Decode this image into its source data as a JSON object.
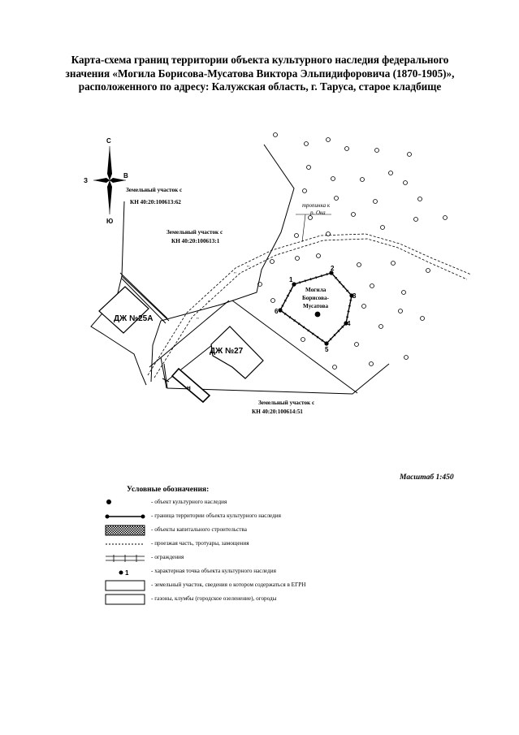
{
  "title": {
    "line1": "Карта-схема границ территории объекта культурного наследия  федерального",
    "line2": "значения «Могила Борисова-Мусатова Виктора Эльпидифоровича (1870-1905)»,",
    "line3": "расположенного по адресу: Калужская область, г. Таруса, старое кладбище"
  },
  "compass": {
    "north": "С",
    "south": "Ю",
    "west": "З",
    "east": "В"
  },
  "parcels": {
    "p62": {
      "line1": "Земельный участок с",
      "line2": "КН 40:20:100613:62"
    },
    "p1": {
      "line1": "Земельный участок с",
      "line2": "КН 40:20:100613:1"
    },
    "p51": {
      "line1": "Земельный участок с",
      "line2": "КН 40:20:100614:51"
    }
  },
  "path_label": {
    "line1": "тропинка к",
    "line2": "р. Ока"
  },
  "buildings": {
    "b25a": "ДЖ №25А",
    "b27": "ДЖ №27",
    "n": "н"
  },
  "grave": {
    "line1": "Могила",
    "line2": "Борисова-",
    "line3": "Мусатова"
  },
  "points": [
    "1",
    "2",
    "3",
    "4",
    "5",
    "6"
  ],
  "scale": "Масштаб 1:450",
  "legend": {
    "title": "Условные обозначения:",
    "items": [
      "- объект культурного наследия",
      "- граница территории объекта культурного наследия",
      "- объекты капитального строительства",
      "- проезжая часть, тротуары, замощения",
      "- ограждения",
      "- характерная точка объекта культурного наследия",
      "- земельный участок, сведения о котором содержаться в ЕГРН",
      "- газоны, клумбы (городское озеленение), огороды"
    ],
    "point_sample": "1"
  }
}
